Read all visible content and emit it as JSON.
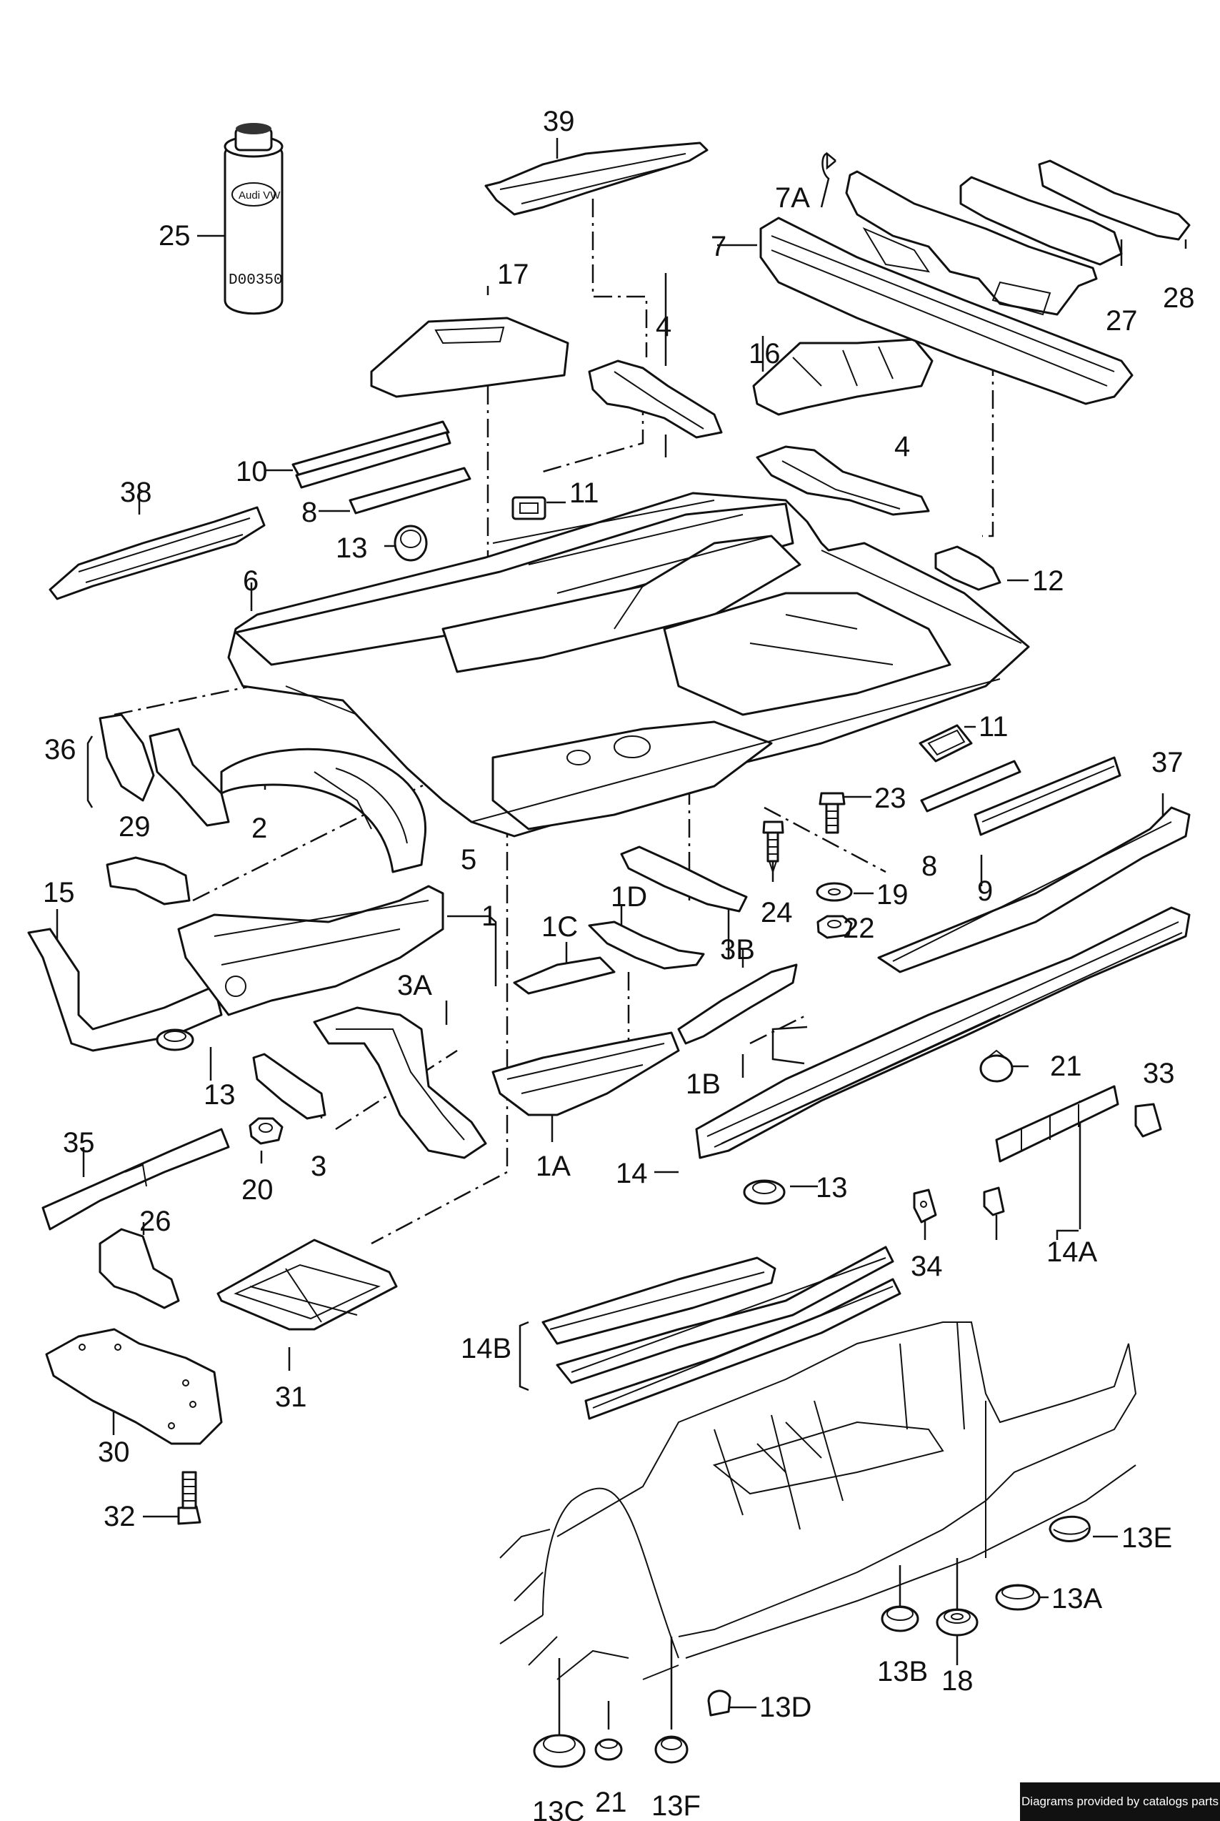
{
  "labels": {
    "p39": "39",
    "p25": "25",
    "p17": "17",
    "p4a": "4",
    "p7A": "7A",
    "p7": "7",
    "p27": "27",
    "p28": "28",
    "p16": "16",
    "p4b": "4",
    "p10": "10",
    "p11a": "11",
    "p8a": "8",
    "p38": "38",
    "p13a": "13",
    "p12": "12",
    "p6": "6",
    "p36": "36",
    "p11b": "11",
    "p2": "2",
    "p29": "29",
    "p5": "5",
    "p23": "23",
    "p37": "37",
    "p8b": "8",
    "p9": "9",
    "p24": "24",
    "p19": "19",
    "p22": "22",
    "p15": "15",
    "p1": "1",
    "p1D": "1D",
    "p1C": "1C",
    "p3B": "3B",
    "p3A": "3A",
    "p13b": "13",
    "p1B": "1B",
    "p21a": "21",
    "p33": "33",
    "p3": "3",
    "p20": "20",
    "p35": "35",
    "p1A": "1A",
    "p14": "14",
    "p13c": "13",
    "p26": "26",
    "p34": "34",
    "p14A": "14A",
    "p31": "31",
    "p14B": "14B",
    "p30": "30",
    "p32": "32",
    "p13E": "13E",
    "p13A": "13A",
    "p13B": "13B",
    "p18": "18",
    "p13D": "13D",
    "p13C": "13C",
    "p21b": "21",
    "p13F": "13F"
  },
  "can": {
    "text": "D00350"
  },
  "credit": "Diagrams provided by catalogs parts"
}
